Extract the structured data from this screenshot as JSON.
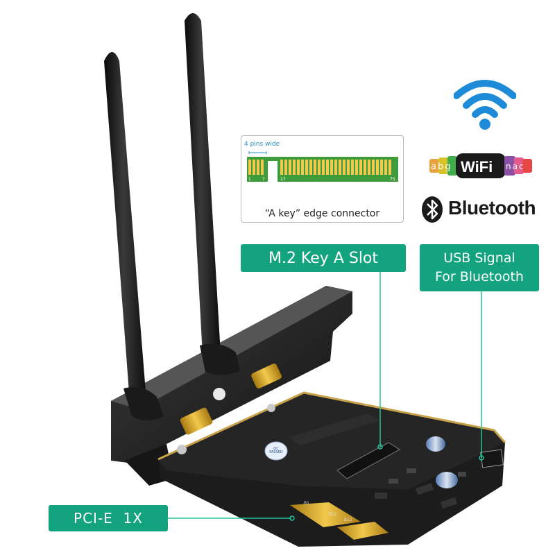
{
  "callouts": {
    "m2_slot": "M.2 Key A Slot",
    "usb_line1": "USB Signal",
    "usb_line2": "For Bluetooth",
    "pcie": "PCI-E  1X"
  },
  "edge_connector": {
    "caption": "“A key”  edge connector",
    "pins_wide": "4 pins wide",
    "pin_labels": [
      "1",
      "7",
      "17",
      "75"
    ]
  },
  "logos": {
    "wifi_prefix": "abg",
    "wifi_word": "WiFi",
    "wifi_suffix": "nac",
    "bluetooth": "Bluetooth"
  },
  "board_markings": {
    "qc_sticker": "QC PASSED",
    "pins": [
      "B1",
      "B11",
      "B12"
    ]
  },
  "colors": {
    "callout_green": "#14a37f",
    "wifi_blue": "#1e8bd8",
    "pcb_black": "#1c1c1c",
    "gold": "#d9a52a"
  }
}
